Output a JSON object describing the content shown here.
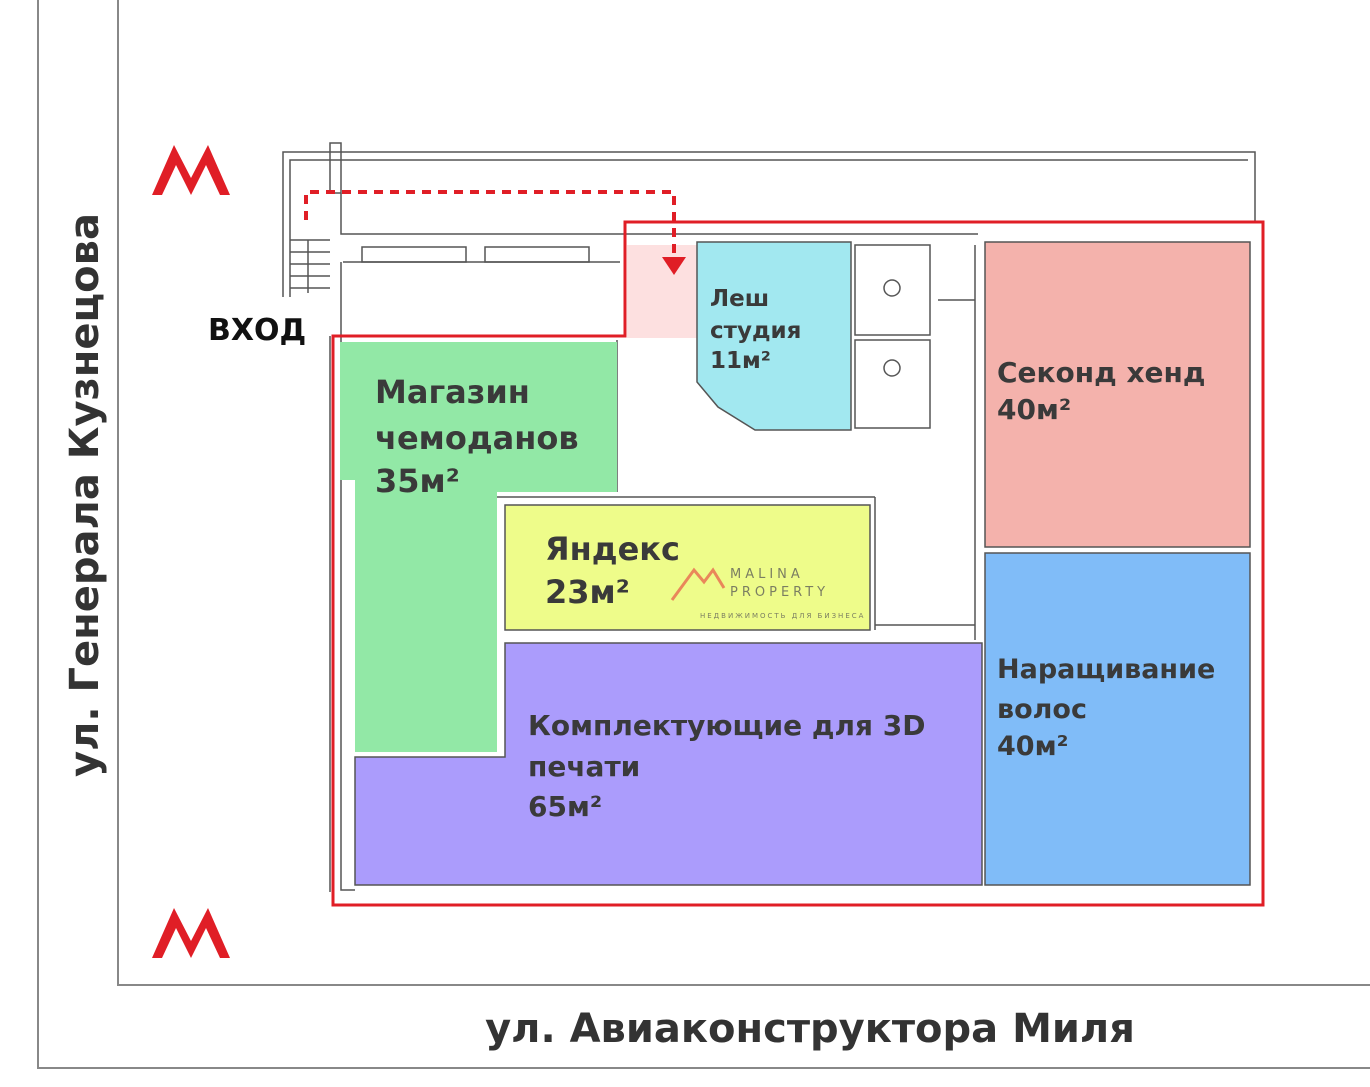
{
  "streets": {
    "left": "ул. Генерала Кузнецова",
    "bottom": "ул. Авиаконструктора Миля"
  },
  "entrance_label": "ВХОД",
  "metro_icon": "metro-m-icon",
  "watermark": {
    "line1": "MALINA",
    "line2": "PROPERTY",
    "line3": "НЕДВИЖИМОСТЬ ДЛЯ БИЗНЕСА"
  },
  "rooms": [
    {
      "lines": [
        "Магазин",
        "чемоданов",
        "35м²"
      ],
      "color": "#92e8a6"
    },
    {
      "lines": [
        "Леш",
        "студия",
        "11м²"
      ],
      "color": "#a2e8f0"
    },
    {
      "lines": [
        "Секонд хенд",
        "40м²"
      ],
      "color": "#f4b2ac"
    },
    {
      "lines": [
        "Яндекс",
        "23м²"
      ],
      "color": "#eefc8a"
    },
    {
      "lines": [
        "Комплектующие для 3D",
        "печати",
        "65м²"
      ],
      "color": "#ab9cfc"
    },
    {
      "lines": [
        "Наращивание",
        "волос",
        "40м²"
      ],
      "color": "#80bcf8"
    }
  ],
  "colors": {
    "boundary": "#e01e26",
    "metro": "#e01e26",
    "walls": "#555555"
  }
}
